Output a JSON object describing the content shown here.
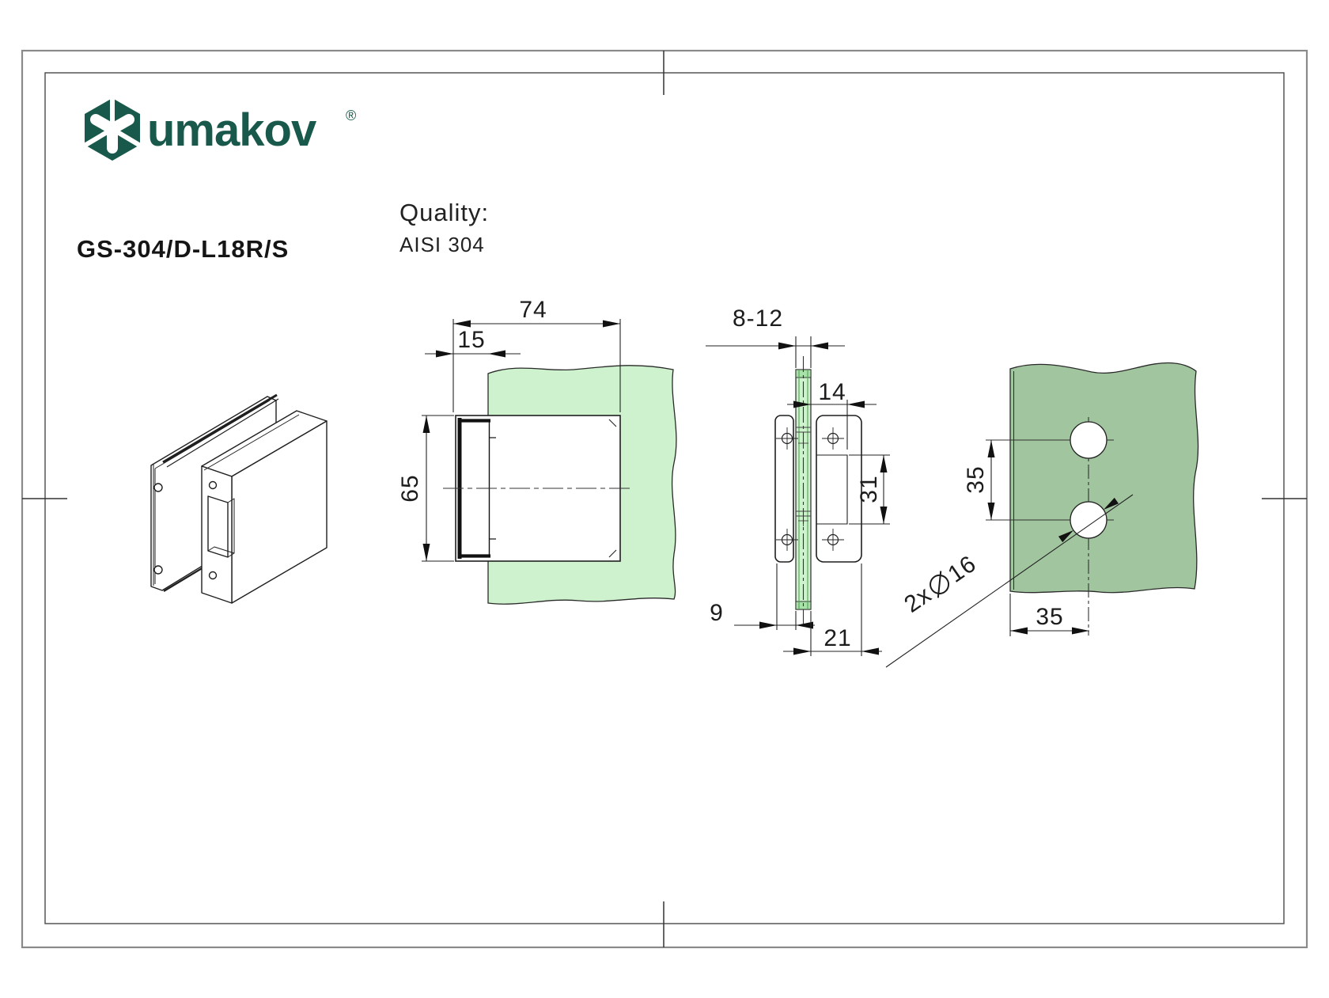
{
  "header": {
    "brand": "umakov",
    "registered": "®",
    "product_code": "GS-304/D-L18R/S",
    "quality_label": "Quality:",
    "quality_value": "AISI 304"
  },
  "colors": {
    "brand_green": "#19594b",
    "glass_light": "#cdf2cd",
    "glass_mid": "#a9e2a9",
    "panel_sage": "#a1c59e",
    "line": "#1f1f1f"
  },
  "views": {
    "front": {
      "dims": {
        "width": "74",
        "glass_offset": "15",
        "height": "65"
      }
    },
    "side": {
      "dims": {
        "glass_thickness": "8-12",
        "clamp_depth": "14",
        "notch_height": "31",
        "back_depth": "9",
        "total_depth": "21"
      }
    },
    "wall": {
      "dims": {
        "hole_spacing": "35",
        "edge_distance": "35",
        "hole_count": "2x",
        "hole_diameter": "16"
      }
    }
  }
}
